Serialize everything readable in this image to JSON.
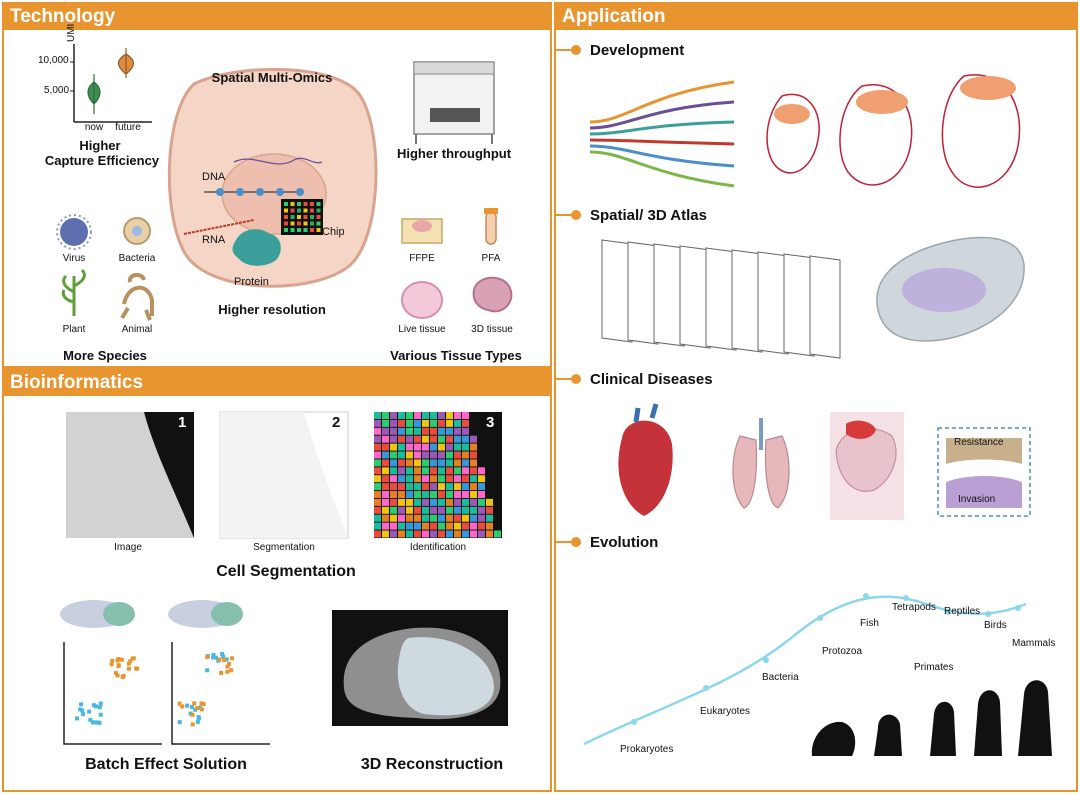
{
  "colors": {
    "accent": "#e8952f",
    "header_text": "#ffffff",
    "tissue": "#f5d6c6",
    "teal": "#3a9e9b"
  },
  "technology": {
    "title": "Technology",
    "umi_chart": {
      "y_axis_label": "UMI",
      "ticks": [
        "10,000",
        "5,000"
      ],
      "categories": [
        "now",
        "future"
      ]
    },
    "capture_label_line1": "Higher",
    "capture_label_line2": "Capture Efficiency",
    "cell_title": "Spatial Multi-Omics",
    "dna": "DNA",
    "rna": "RNA",
    "chip": "Chip",
    "protein": "Protein",
    "resolution": "Higher resolution",
    "throughput": "Higher throughput",
    "species": {
      "virus": "Virus",
      "bacteria": "Bacteria",
      "plant": "Plant",
      "animal": "Animal",
      "title": "More Species"
    },
    "tissues": {
      "ffpe": "FFPE",
      "pfa": "PFA",
      "live": "Live tissue",
      "three_d": "3D tissue",
      "title": "Various Tissue Types"
    }
  },
  "bioinformatics": {
    "title": "Bioinformatics",
    "steps": [
      {
        "num": "1",
        "label": "Image"
      },
      {
        "num": "2",
        "label": "Segmentation"
      },
      {
        "num": "3",
        "label": "Identification"
      }
    ],
    "cell_segmentation": "Cell Segmentation",
    "batch_effect": "Batch Effect Solution",
    "reconstruction": "3D Reconstruction"
  },
  "application": {
    "title": "Application",
    "sections": {
      "development": "Development",
      "atlas": "Spatial/ 3D Atlas",
      "clinical": "Clinical Diseases",
      "evolution": "Evolution"
    },
    "resistance": "Resistance",
    "invasion": "Invasion",
    "evolution_stages": {
      "prokaryotes": "Prokaryotes",
      "eukaryotes": "Eukaryotes",
      "bacteria": "Bacteria",
      "protozoa": "Protozoa",
      "fish": "Fish",
      "tetrapods": "Tetrapods",
      "reptiles": "Reptiles",
      "birds": "Birds",
      "mammals": "Mammals",
      "primates": "Primates"
    }
  }
}
